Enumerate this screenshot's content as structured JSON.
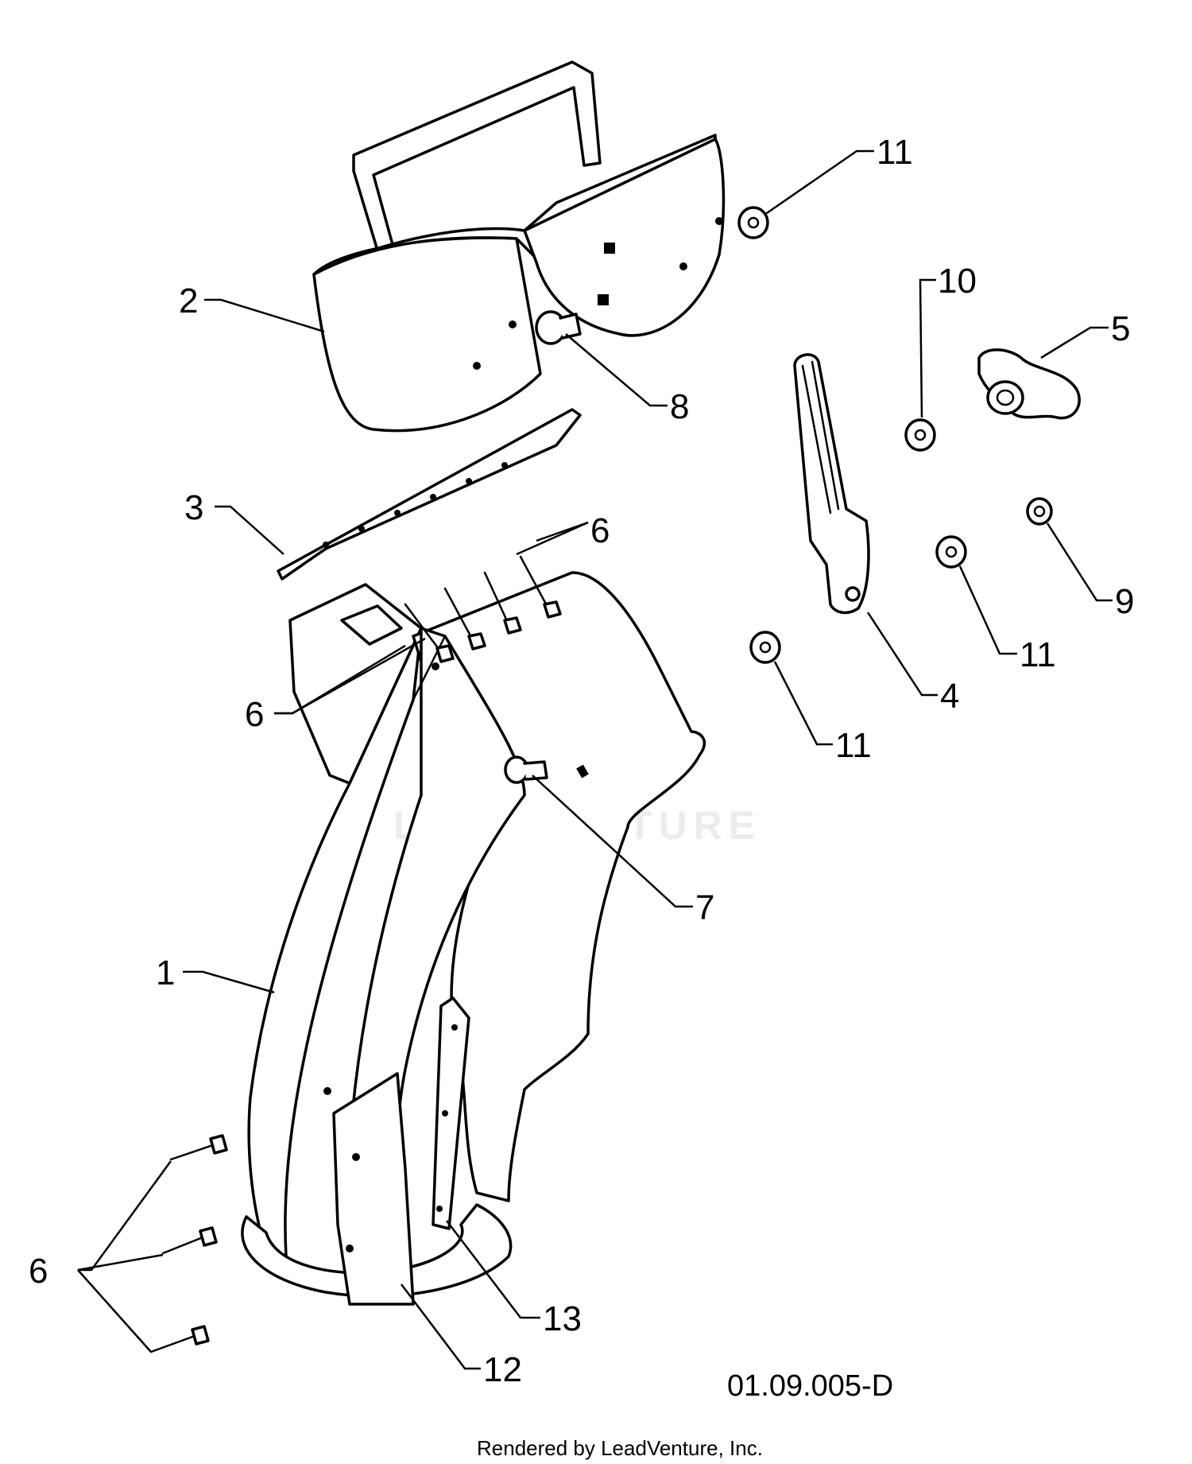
{
  "callouts": {
    "c1": "1",
    "c2": "2",
    "c3": "3",
    "c4": "4",
    "c5": "5",
    "c6a": "6",
    "c6b": "6",
    "c6c": "6",
    "c7": "7",
    "c8": "8",
    "c9": "9",
    "c10": "10",
    "c11a": "11",
    "c11b": "11",
    "c11c": "11",
    "c12": "12",
    "c13": "13"
  },
  "drawing_ref": "01.09.005-D",
  "watermark": "LEADVENTURE",
  "footer": "Rendered by LeadVenture, Inc."
}
